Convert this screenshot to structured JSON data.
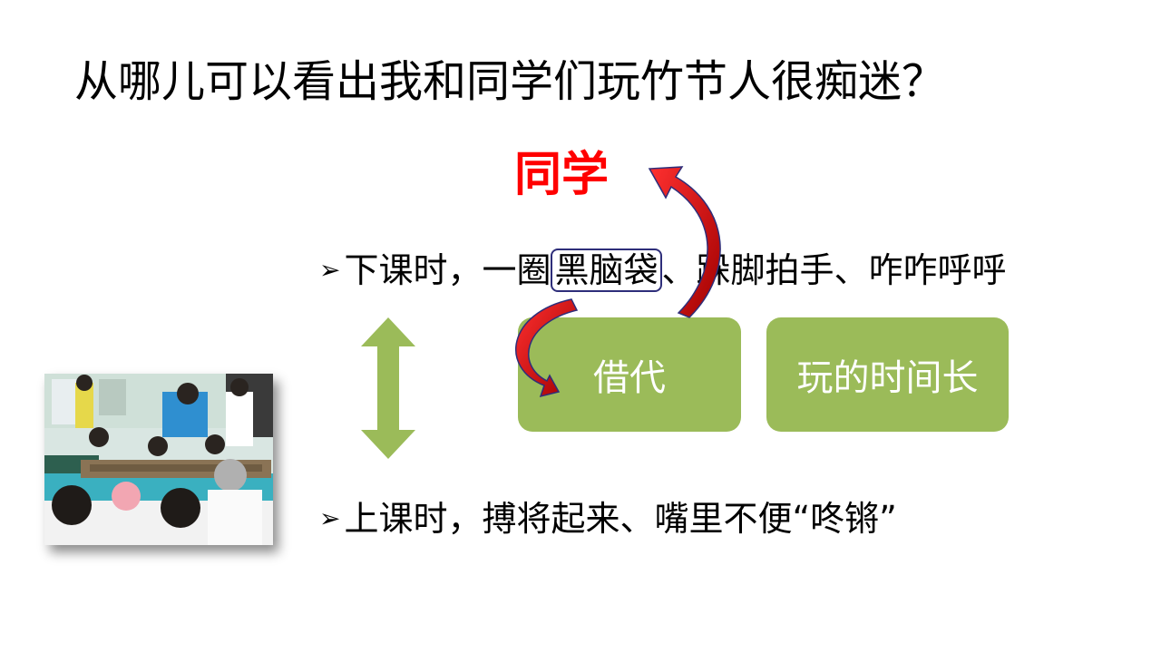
{
  "slide": {
    "title": "从哪儿可以看出我和同学们玩竹节人很痴迷？",
    "highlight_word": "同学",
    "bullets": [
      {
        "marker": "➢",
        "before": "下课时，一圈",
        "boxed": "黑脑袋",
        "after": "、跺脚拍手、咋咋呼呼"
      },
      {
        "marker": "➢",
        "text": "上课时，搏将起来、嘴里不便“咚锵”"
      }
    ],
    "boxes": [
      "借代",
      "玩的时间长"
    ]
  },
  "colors": {
    "green": "#9bbb59",
    "red": "#ff0000",
    "arrow_red": "#c00000",
    "arrow_outline": "#2e2e7a"
  },
  "photo": {
    "description_icon": "classroom-photo"
  }
}
